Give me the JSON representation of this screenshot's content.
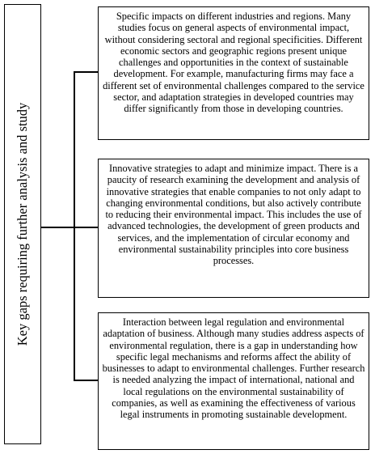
{
  "left_label": "Key gaps requiring further analysis and study",
  "boxes": [
    {
      "text": "Specific impacts on different industries and regions. Many studies focus on general aspects of environmental impact, without considering sectoral and regional specificities. Different economic sectors and geographic regions present unique challenges and opportunities in the context of sustainable development. For example, manufacturing firms may face a different set of environmental challenges compared to the service sector, and adaptation strategies in developed countries may differ significantly from those in developing countries."
    },
    {
      "text": "Innovative strategies to adapt and minimize impact. There is a paucity of research examining the development and analysis of innovative strategies that enable companies to not only adapt to changing environmental conditions, but also actively contribute to reducing their environmental impact. This includes the use of advanced technologies, the development of green products and services, and the implementation of circular economy and environmental sustainability principles into core business processes."
    },
    {
      "text": "Interaction between legal regulation and environmental adaptation of business. Although many studies address aspects of environmental regulation, there is a gap in understanding how specific legal mechanisms and reforms affect the ability of businesses to adapt to environmental challenges. Further research is needed analyzing the impact of international, national and local regulations on the environmental sustainability of companies, as well as examining the effectiveness of various legal instruments in promoting sustainable development."
    }
  ]
}
